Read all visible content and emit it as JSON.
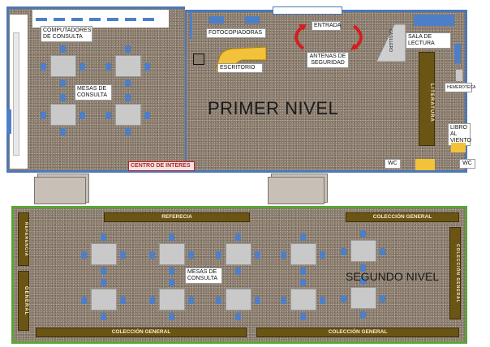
{
  "floor1": {
    "title": "PRIMER NIVEL",
    "computadores": "COMPUTADORES DE CONSULTA",
    "mesas": "MESAS DE CONSULTA",
    "fotocopiadoras": "FOTOCOPIADORAS",
    "escritorio": "ESCRITORIO",
    "entrada": "ENTRADA",
    "antenas": "ANTENAS DE SEGURIDAD",
    "casillero": "CASILLERO",
    "sala_lectura": "SALA DE LECTURA",
    "literatura": "LITERATURA",
    "hemeroteca": "HEMEROTECA",
    "libro_viento": "LIBRO AL VIENTO",
    "centro_interes": "CENTRO DE INTERES",
    "wc1": "WC",
    "wc2": "WC"
  },
  "floor2": {
    "title": "SEGUNDO NIVEL",
    "referencia": "REFERECIA",
    "coleccion_top": "COLECCIÓN GENERAL",
    "coleccion_bottom_left": "COLECCIÓN GENERAL",
    "coleccion_bottom_right": "COLECCIÓN GENERAL",
    "coleccion_right": "COLECCIÓN GENERAL",
    "general_left": "GENERAL",
    "left_top_shelf": "REFERENCIA",
    "mesas": "MESAS DE CONSULTA"
  },
  "colors": {
    "floor1_border": "#4a78b8",
    "floor2_border": "#5aa43a",
    "shelf": "#6b5514",
    "chair": "#4d7fc8",
    "table": "#c9c9c9",
    "desk": "#f2c23a"
  }
}
